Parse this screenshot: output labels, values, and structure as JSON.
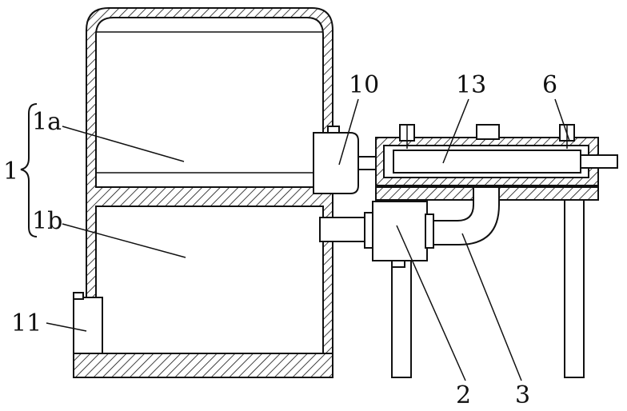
{
  "labels": {
    "assembly": "1",
    "upper_chamber": "1a",
    "lower_chamber": "1b",
    "part_10": "10",
    "part_13": "13",
    "part_6": "6",
    "part_11": "11",
    "part_2": "2",
    "part_3": "3"
  }
}
